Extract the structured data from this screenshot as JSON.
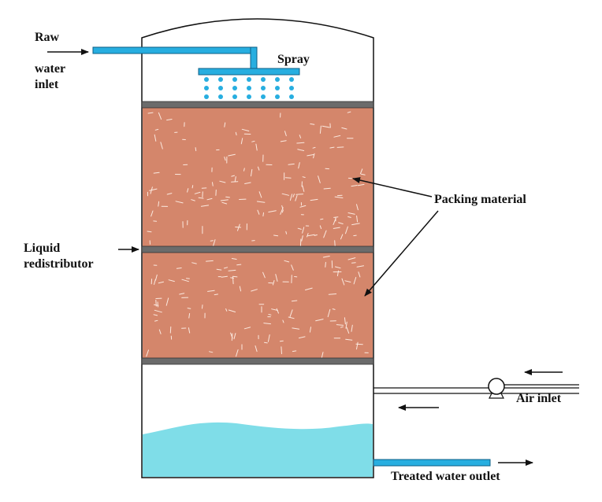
{
  "labels": {
    "raw_water_inlet": [
      "Raw",
      "water",
      "inlet"
    ],
    "spray": "Spray",
    "packing_material": "Packing material",
    "liquid_redistributor": [
      "Liquid",
      "redistributor"
    ],
    "air_inlet": "Air inlet",
    "treated_water_outlet": "Treated water outlet"
  },
  "colors": {
    "packing": "#d4866b",
    "water": "#7fdde8",
    "pipe_blue": "#27aee0",
    "plate": "#6b6b6b",
    "outline": "#111111"
  }
}
